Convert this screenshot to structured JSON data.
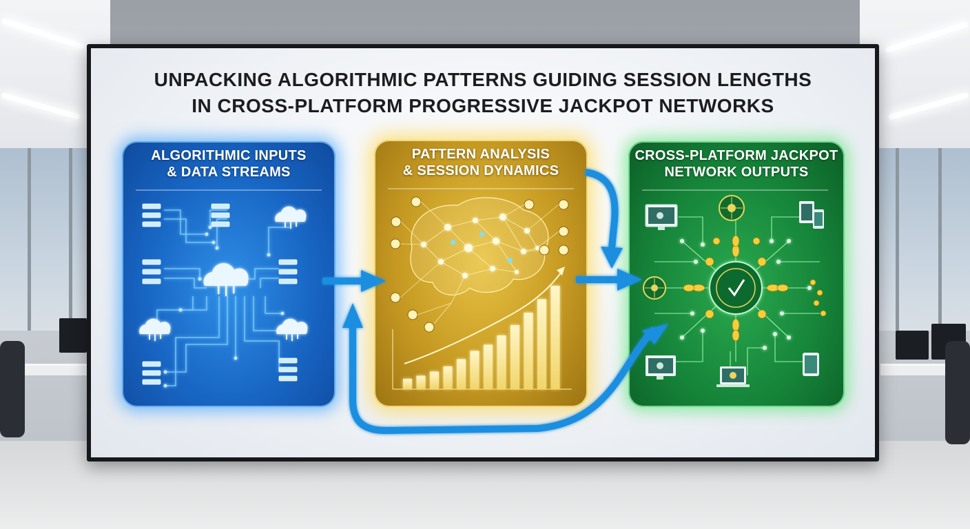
{
  "title": {
    "line1": "UNPACKING ALGORITHMIC PATTERNS GUIDING SESSION LENGTHS",
    "line2": "IN CROSS-PLATFORM PROGRESSIVE JACKPOT NETWORKS"
  },
  "panels": [
    {
      "title_line1": "ALGORITHMIC INPUTS",
      "title_line2": "& DATA STREAMS",
      "color": "#1866c4"
    },
    {
      "title_line1": "PATTERN ANALYSIS",
      "title_line2": "& SESSION DYNAMICS",
      "color": "#c69a22"
    },
    {
      "title_line1": "CROSS-PLATFORM JACKPOT",
      "title_line2": "NETWORK OUTPUTS",
      "color": "#16853a"
    }
  ],
  "icons": {
    "server": "server-icon",
    "cloud": "cloud-icon",
    "brain": "neural-network-brain-icon",
    "bar_chart": "bar-chart-icon",
    "jackpot": "jackpot-wheel-icon",
    "devices": "device-icon"
  },
  "accent": {
    "arrow": "#1f8ee0",
    "blue": "#1866c4",
    "gold": "#e7c243",
    "green": "#16853a"
  },
  "chart_bars_relative": [
    0.1,
    0.13,
    0.17,
    0.22,
    0.29,
    0.37,
    0.43,
    0.52,
    0.62,
    0.74,
    0.87,
    1.0
  ]
}
